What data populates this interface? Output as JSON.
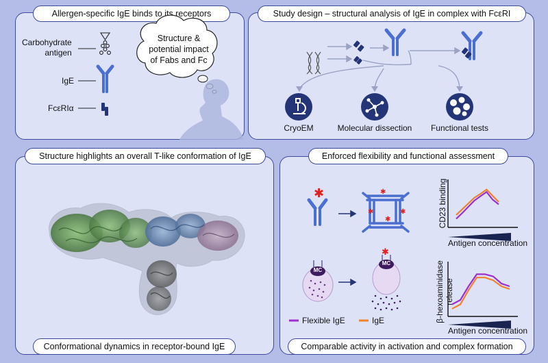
{
  "panel1": {
    "title": "Allergen-specific IgE binds to its receptors",
    "carb_line1": "Carbohydrate",
    "carb_line2": "antigen",
    "ige": "IgE",
    "fcer": "FcεRIα",
    "bubble_line1": "Structure &",
    "bubble_line2": "potential impact",
    "bubble_line3": "of Fabs and Fc"
  },
  "panel2": {
    "title": "Study design – structural analysis of IgE in complex with FcεRI",
    "methods": [
      "CryoEM",
      "Molecular dissection",
      "Functional tests"
    ]
  },
  "panel3": {
    "title": "Structure highlights an overall T-like conformation of IgE",
    "caption": "Conformational dynamics in receptor-bound IgE"
  },
  "panel4": {
    "title": "Enforced flexibility and functional assessment",
    "caption": "Comparable activity in activation and complex formation",
    "mc_label": "MC",
    "legend": {
      "flexible": "Flexible IgE",
      "ige": "IgE"
    }
  },
  "colors": {
    "blue": "#4a6fd0",
    "navy": "#243577",
    "flexible": "#9b2fd1",
    "ige": "#f0822d",
    "asterisk": "#e02020"
  },
  "chart_data": [
    {
      "type": "line",
      "ylabel": "CD23 binding",
      "xlabel": "Antigen concentration",
      "x": [
        1,
        2,
        3,
        4,
        5,
        6,
        7,
        8
      ],
      "ylim": [
        0,
        10
      ],
      "series": [
        {
          "name": "Flexible IgE",
          "values": [
            1.8,
            3.0,
            4.3,
            5.6,
            6.5,
            7.4,
            5.8,
            4.8
          ]
        },
        {
          "name": "IgE",
          "values": [
            2.6,
            3.8,
            5.0,
            6.2,
            7.0,
            7.9,
            6.6,
            5.3
          ]
        }
      ]
    },
    {
      "type": "line",
      "ylabel": "β-hexoaminidase release",
      "xlabel": "Antigen concentration",
      "x": [
        1,
        2,
        3,
        4,
        5,
        6,
        7,
        8
      ],
      "ylim": [
        0,
        10
      ],
      "series": [
        {
          "name": "Flexible IgE",
          "values": [
            2.2,
            3.0,
            5.5,
            7.7,
            7.7,
            7.3,
            6.0,
            5.5
          ]
        },
        {
          "name": "IgE",
          "values": [
            1.4,
            2.2,
            4.8,
            7.1,
            7.1,
            6.6,
            5.5,
            5.0
          ]
        }
      ]
    }
  ]
}
